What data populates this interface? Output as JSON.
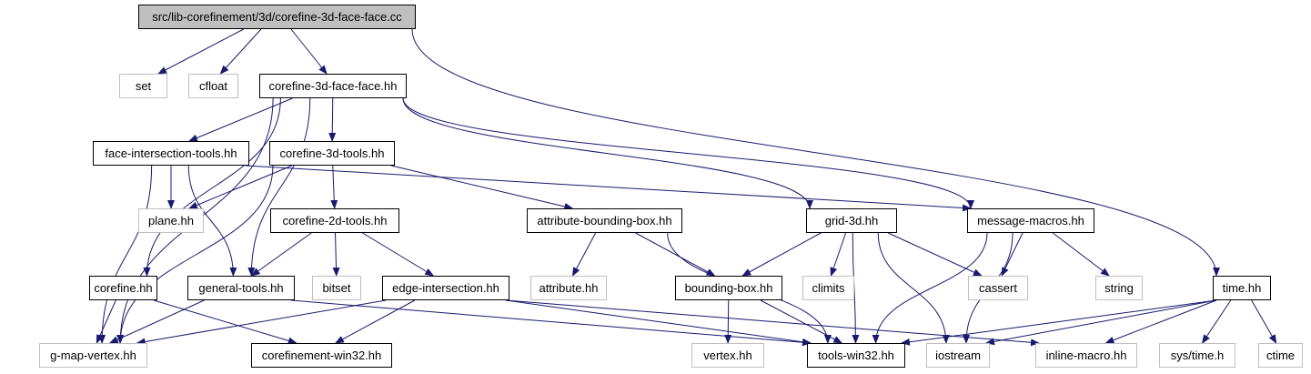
{
  "colors": {
    "edge": "#191970",
    "root_fill": "#bfbfbf",
    "external_border": "#bfbfbf",
    "local_border": "#000000"
  },
  "nodes": [
    {
      "id": "root",
      "label": "src/lib-corefinement/3d/corefine-3d-face-face.cc",
      "kind": "root"
    },
    {
      "id": "set",
      "label": "set",
      "kind": "ext"
    },
    {
      "id": "cfloat",
      "label": "cfloat",
      "kind": "ext"
    },
    {
      "id": "c3ffhh",
      "label": "corefine-3d-face-face.hh",
      "kind": "local"
    },
    {
      "id": "fit",
      "label": "face-intersection-tools.hh",
      "kind": "local"
    },
    {
      "id": "c3t",
      "label": "corefine-3d-tools.hh",
      "kind": "local"
    },
    {
      "id": "plane",
      "label": "plane.hh",
      "kind": "ext"
    },
    {
      "id": "c2t",
      "label": "corefine-2d-tools.hh",
      "kind": "local"
    },
    {
      "id": "abb",
      "label": "attribute-bounding-box.hh",
      "kind": "local"
    },
    {
      "id": "grid",
      "label": "grid-3d.hh",
      "kind": "local"
    },
    {
      "id": "msg",
      "label": "message-macros.hh",
      "kind": "local"
    },
    {
      "id": "corefine",
      "label": "corefine.hh",
      "kind": "local"
    },
    {
      "id": "gt",
      "label": "general-tools.hh",
      "kind": "local"
    },
    {
      "id": "bitset",
      "label": "bitset",
      "kind": "ext"
    },
    {
      "id": "ei",
      "label": "edge-intersection.hh",
      "kind": "local"
    },
    {
      "id": "attr",
      "label": "attribute.hh",
      "kind": "ext"
    },
    {
      "id": "bb",
      "label": "bounding-box.hh",
      "kind": "local"
    },
    {
      "id": "climits",
      "label": "climits",
      "kind": "ext"
    },
    {
      "id": "cassert",
      "label": "cassert",
      "kind": "ext"
    },
    {
      "id": "string",
      "label": "string",
      "kind": "ext"
    },
    {
      "id": "time",
      "label": "time.hh",
      "kind": "local"
    },
    {
      "id": "gmv",
      "label": "g-map-vertex.hh",
      "kind": "ext"
    },
    {
      "id": "cw32",
      "label": "corefinement-win32.hh",
      "kind": "local"
    },
    {
      "id": "vertex",
      "label": "vertex.hh",
      "kind": "ext"
    },
    {
      "id": "tw32",
      "label": "tools-win32.hh",
      "kind": "local"
    },
    {
      "id": "iostream",
      "label": "iostream",
      "kind": "ext"
    },
    {
      "id": "inline",
      "label": "inline-macro.hh",
      "kind": "ext"
    },
    {
      "id": "systime",
      "label": "sys/time.h",
      "kind": "ext"
    },
    {
      "id": "ctime",
      "label": "ctime",
      "kind": "ext"
    }
  ],
  "edges": [
    [
      "root",
      "set"
    ],
    [
      "root",
      "cfloat"
    ],
    [
      "root",
      "c3ffhh"
    ],
    [
      "root",
      "time"
    ],
    [
      "c3ffhh",
      "fit"
    ],
    [
      "c3ffhh",
      "c3t"
    ],
    [
      "c3ffhh",
      "gmv"
    ],
    [
      "c3ffhh",
      "corefine"
    ],
    [
      "c3ffhh",
      "gt"
    ],
    [
      "c3ffhh",
      "grid"
    ],
    [
      "c3ffhh",
      "msg"
    ],
    [
      "fit",
      "plane"
    ],
    [
      "fit",
      "gmv"
    ],
    [
      "fit",
      "gt"
    ],
    [
      "fit",
      "msg"
    ],
    [
      "c3t",
      "plane"
    ],
    [
      "c3t",
      "c2t"
    ],
    [
      "c3t",
      "abb"
    ],
    [
      "c3t",
      "gmv"
    ],
    [
      "c2t",
      "gt"
    ],
    [
      "c2t",
      "bitset"
    ],
    [
      "c2t",
      "ei"
    ],
    [
      "abb",
      "attr"
    ],
    [
      "abb",
      "bb"
    ],
    [
      "abb",
      "tw32"
    ],
    [
      "grid",
      "bb"
    ],
    [
      "grid",
      "climits"
    ],
    [
      "grid",
      "tw32"
    ],
    [
      "grid",
      "iostream"
    ],
    [
      "grid",
      "cassert"
    ],
    [
      "msg",
      "cassert"
    ],
    [
      "msg",
      "string"
    ],
    [
      "msg",
      "tw32"
    ],
    [
      "msg",
      "iostream"
    ],
    [
      "time",
      "tw32"
    ],
    [
      "time",
      "iostream"
    ],
    [
      "time",
      "inline"
    ],
    [
      "time",
      "systime"
    ],
    [
      "time",
      "ctime"
    ],
    [
      "corefine",
      "gmv"
    ],
    [
      "corefine",
      "cw32"
    ],
    [
      "gt",
      "gmv"
    ],
    [
      "gt",
      "tw32"
    ],
    [
      "ei",
      "gmv"
    ],
    [
      "ei",
      "cw32"
    ],
    [
      "ei",
      "tw32"
    ],
    [
      "ei",
      "inline"
    ],
    [
      "bb",
      "vertex"
    ],
    [
      "bb",
      "tw32"
    ]
  ]
}
